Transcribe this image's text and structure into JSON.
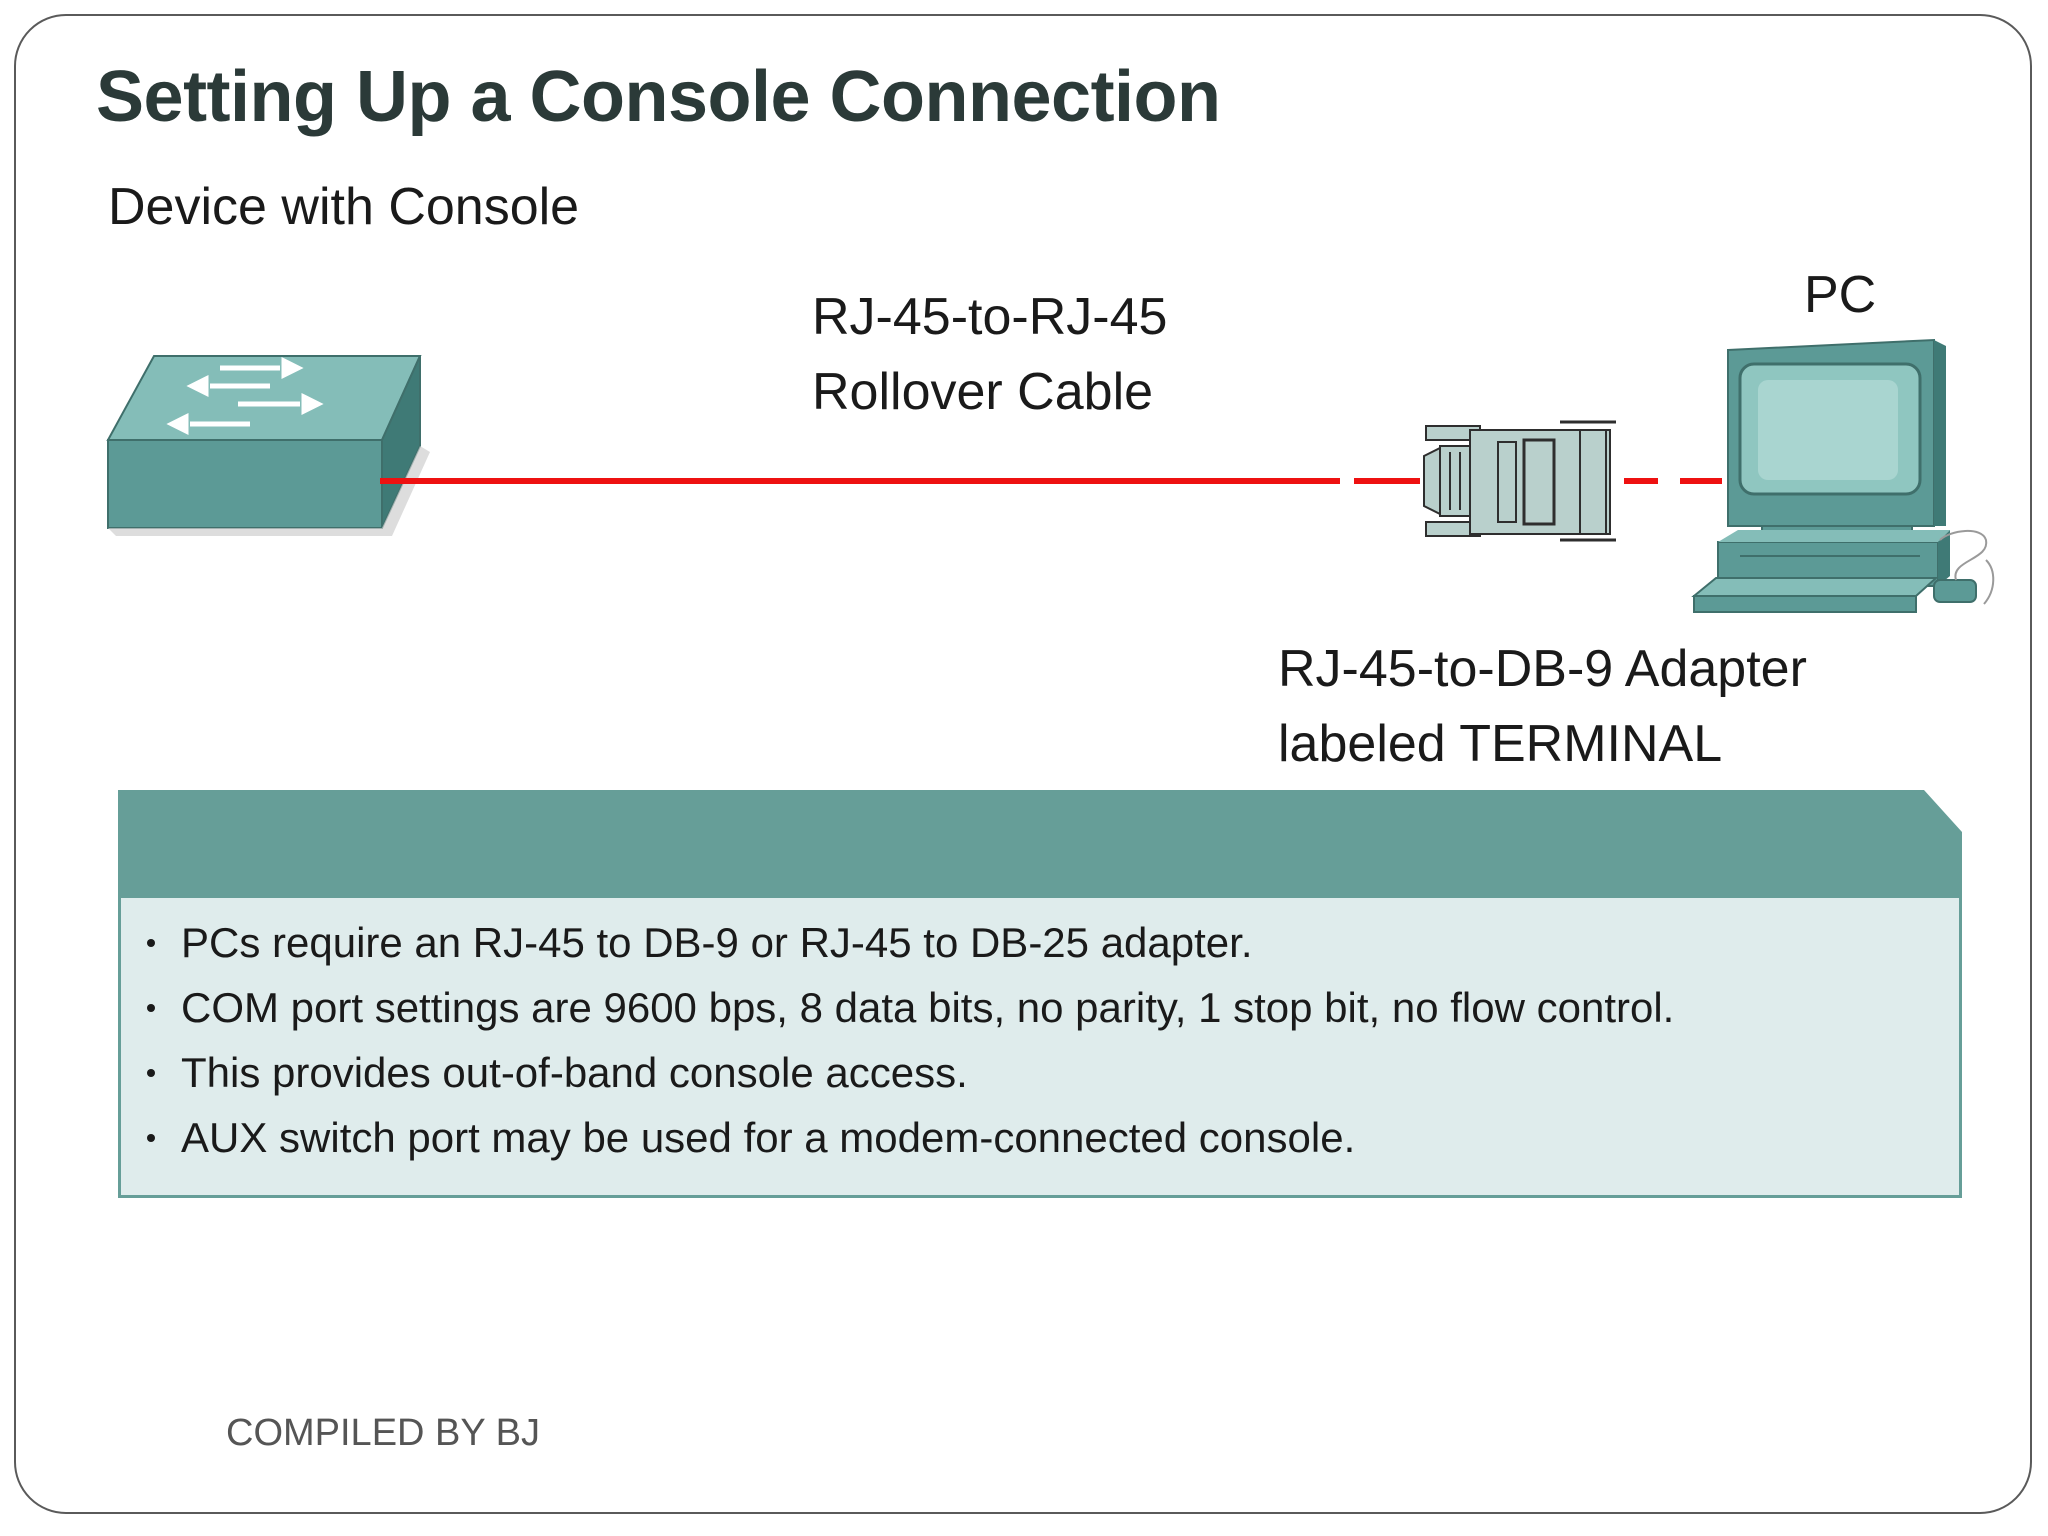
{
  "slide": {
    "title": "Setting Up a Console Connection",
    "footer": "COMPILED BY BJ"
  },
  "diagram": {
    "device_label": "Device with Console",
    "cable_label_line1": "RJ-45-to-RJ-45",
    "cable_label_line2": "Rollover Cable",
    "pc_label": "PC",
    "adapter_label_line1": "RJ-45-to-DB-9 Adapter",
    "adapter_label_line2": "labeled TERMINAL",
    "colors": {
      "cable": "#ee1111",
      "device_teal": "#5c9a96",
      "panel_teal": "#669e98",
      "panel_body": "#dfecec"
    },
    "icons": [
      "switch-icon",
      "db9-adapter-icon",
      "pc-icon"
    ]
  },
  "info_panel": {
    "bullets": [
      "PCs require an RJ-45 to DB-9 or RJ-45 to DB-25 adapter.",
      "COM port settings are 9600 bps, 8 data bits, no parity, 1 stop bit, no flow control.",
      "This provides out-of-band console access.",
      "AUX switch port may be used for a modem-connected console."
    ]
  }
}
